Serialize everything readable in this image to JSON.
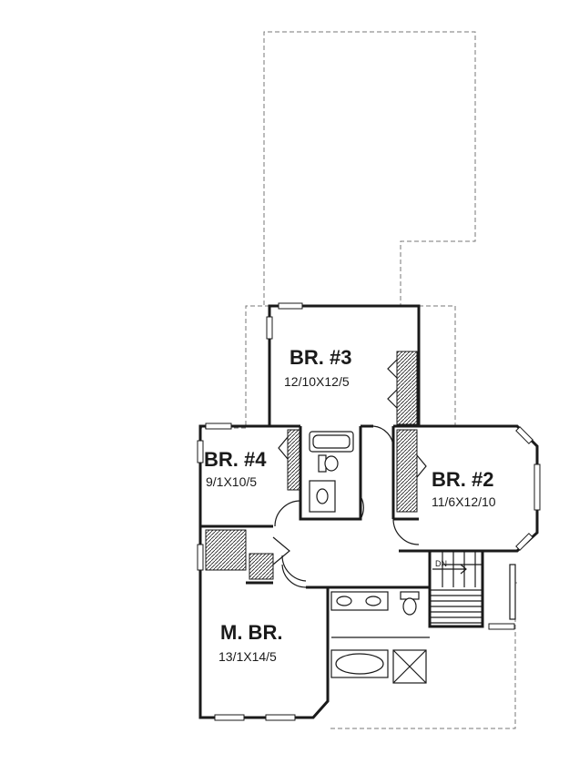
{
  "rooms": {
    "br3": {
      "name": "BR. #3",
      "dims": "12/10X12/5"
    },
    "br4": {
      "name": "BR. #4",
      "dims": "9/1X10/5"
    },
    "br2": {
      "name": "BR. #2",
      "dims": "11/6X12/10"
    },
    "mbr": {
      "name": "M. BR.",
      "dims": "13/1X14/5"
    }
  },
  "stairs": {
    "label": "DN"
  },
  "colors": {
    "ink": "#1a1a1a",
    "dashed": "#777777",
    "background": "#ffffff"
  }
}
